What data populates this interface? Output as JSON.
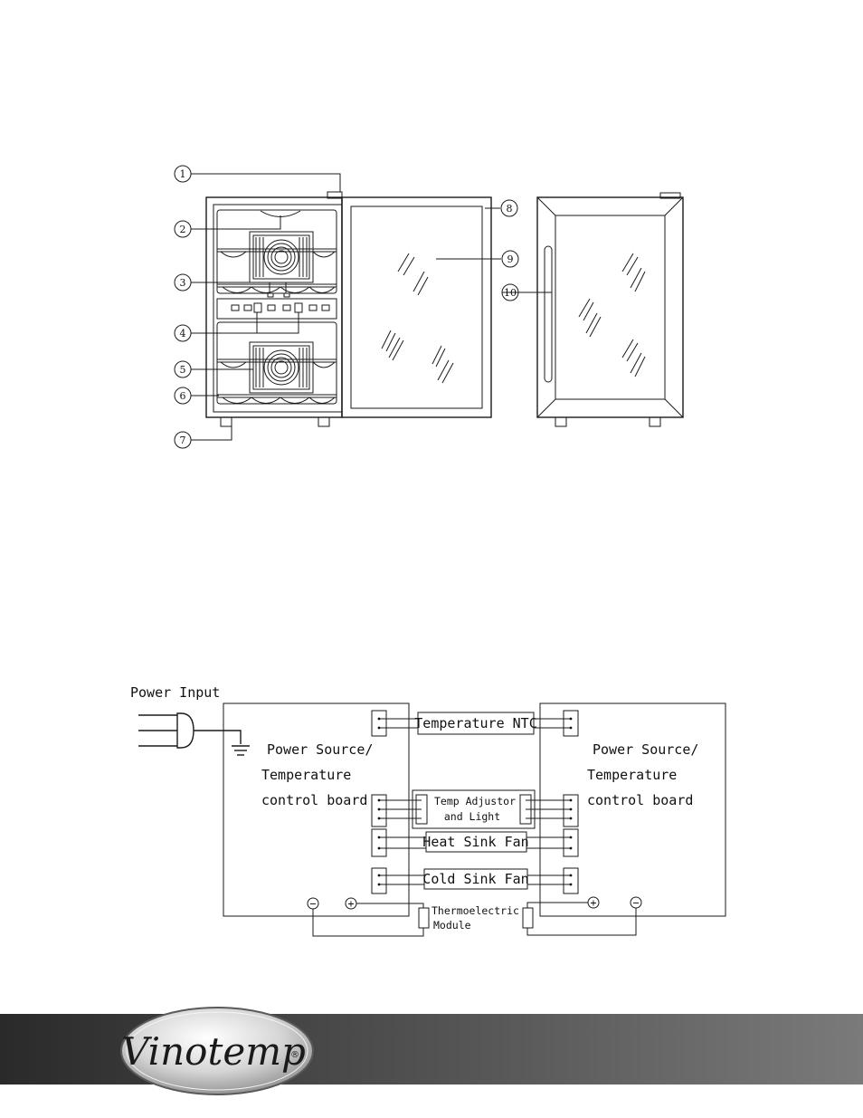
{
  "callouts": [
    "1",
    "2",
    "3",
    "4",
    "5",
    "6",
    "7",
    "8",
    "9",
    "10"
  ],
  "wiring": {
    "power_input": "Power Input",
    "left_board": [
      "Power Source/",
      "Temperature",
      "control board"
    ],
    "right_board": [
      "Power Source/",
      "Temperature",
      "control board"
    ],
    "temperature_ntc": "Temperature NTC",
    "temp_adjustor": [
      "Temp Adjustor",
      "and Light"
    ],
    "heat_sink_fan": "Heat Sink Fan",
    "cold_sink_fan": "Cold Sink Fan",
    "thermoelectric_module": [
      "Thermoelectric",
      "Module"
    ],
    "minus_symbol": "−",
    "plus_symbol": "+"
  },
  "brand": {
    "logo_text": "Vinotemp",
    "registered_mark": "®"
  }
}
